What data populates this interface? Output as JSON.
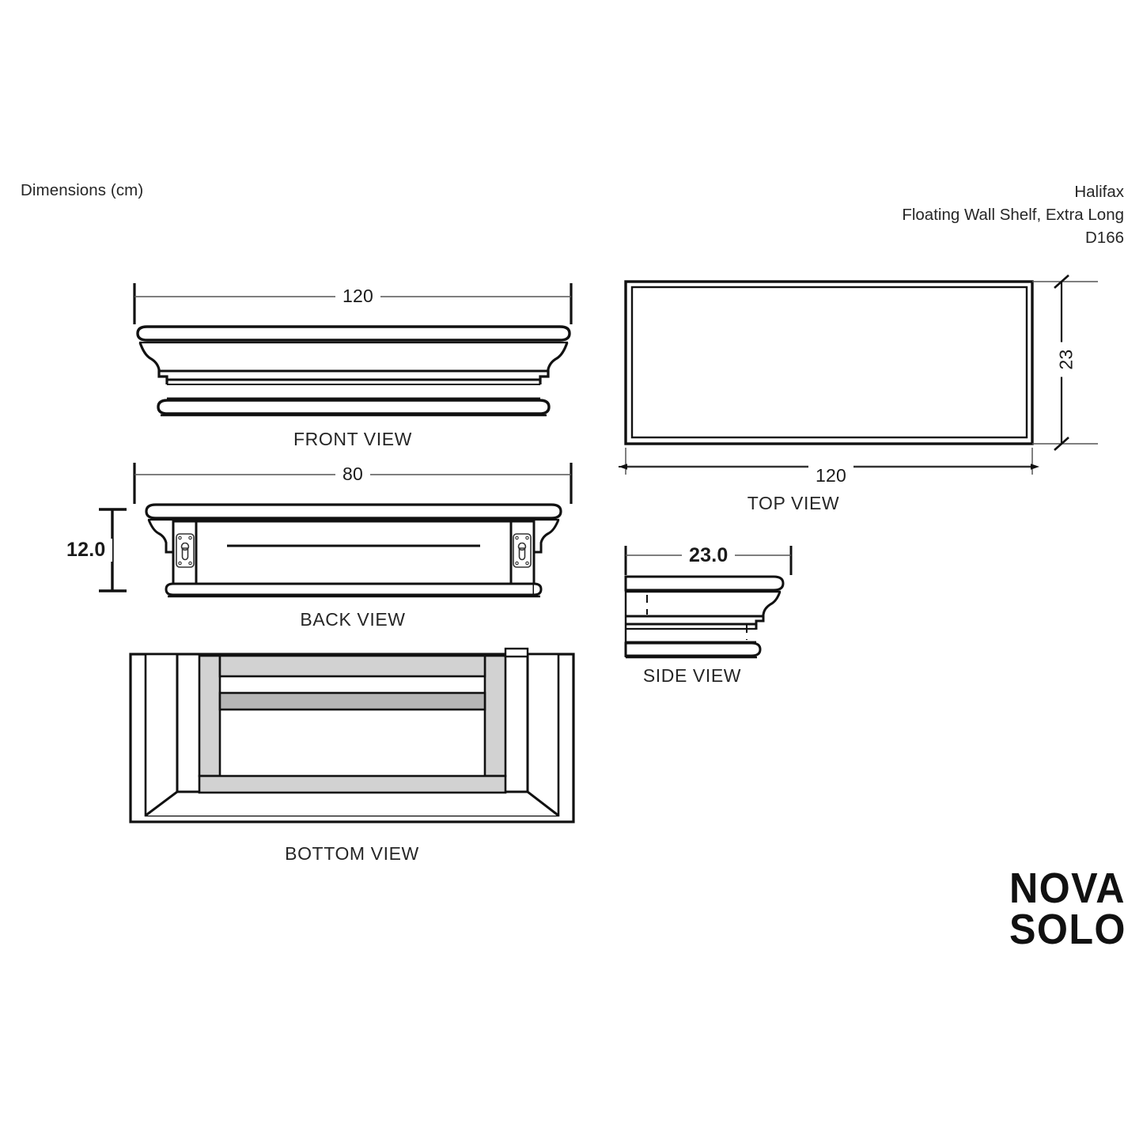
{
  "header": {
    "dimensions_title": "Dimensions (cm)",
    "product_name": "Halifax",
    "product_description": "Floating Wall Shelf, Extra Long",
    "product_code": "D166"
  },
  "brand": {
    "line1": "NOVA",
    "line2": "SOLO"
  },
  "views": {
    "front": {
      "label": "FRONT VIEW"
    },
    "back": {
      "label": "BACK VIEW"
    },
    "bottom": {
      "label": "BOTTOM VIEW"
    },
    "top": {
      "label": "TOP VIEW"
    },
    "side": {
      "label": "SIDE VIEW"
    }
  },
  "dimensions": {
    "front_width": "120",
    "back_width": "80",
    "back_height": "12.0",
    "top_width": "120",
    "top_depth": "23",
    "side_depth": "23.0"
  },
  "colors": {
    "line": "#111111",
    "text": "#262626",
    "fill_light": "#d4d4d4",
    "fill_mid": "#b8b8b8",
    "background": "#ffffff"
  },
  "chart_data": {
    "type": "table",
    "title": "Halifax Floating Wall Shelf, Extra Long — D166",
    "unit": "cm",
    "categories": [
      "Width",
      "Depth",
      "Height"
    ],
    "values": [
      120,
      23,
      12.0
    ],
    "annotations": [
      {
        "view": "FRONT VIEW",
        "label": "120",
        "measure": "width"
      },
      {
        "view": "BACK VIEW",
        "label": "80",
        "measure": "width"
      },
      {
        "view": "BACK VIEW",
        "label": "12.0",
        "measure": "height"
      },
      {
        "view": "TOP VIEW",
        "label": "120",
        "measure": "width"
      },
      {
        "view": "TOP VIEW",
        "label": "23",
        "measure": "depth"
      },
      {
        "view": "SIDE VIEW",
        "label": "23.0",
        "measure": "depth"
      }
    ]
  }
}
